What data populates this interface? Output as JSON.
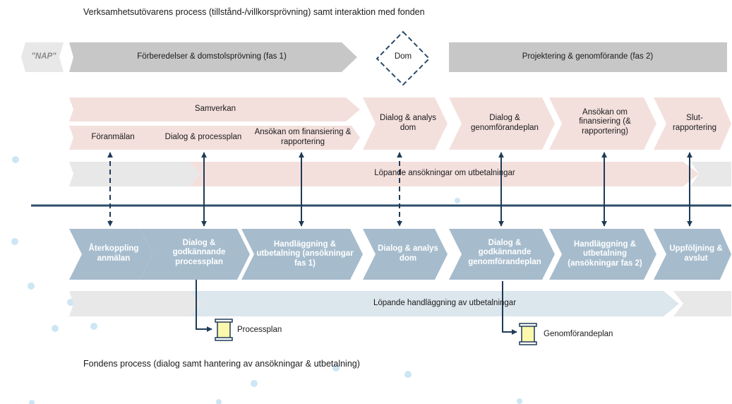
{
  "titles": {
    "top": "Verksamhetsutövarens process (tillstånd-/villkorsprövning) samt interaktion med fonden",
    "bottom": "Fondens process (dialog samt hantering av ansökningar & utbetalning)"
  },
  "phase_row": {
    "nap": "\"NAP\"",
    "phase1": "Förberedelser & domstolsprövning (fas 1)",
    "dom": "Dom",
    "phase2": "Projektering & genomförande (fas 2)"
  },
  "operator_row": {
    "samverkan": "Samverkan",
    "foranmalan": "Föranmälan",
    "dialog_processplan": "Dialog & processplan",
    "ansokan_finansiering_1": "Ansökan om finansiering & rapportering",
    "dialog_analys_dom": "Dialog & analys dom",
    "dialog_genomforandeplan": "Dialog & genomförandeplan",
    "ansokan_finansiering_2": "Ansökan om finansiering (& rapportering)",
    "slutrapportering": "Slut-rapportering",
    "lopande_ansokningar": "Löpande ansökningar om utbetalningar"
  },
  "fund_row": {
    "aterkoppling": "Återkoppling anmälan",
    "dialog_godk_processplan": "Dialog & godkännande processplan",
    "handlaggning_1": "Handläggning & utbetalning (ansökningar fas 1)",
    "dialog_analys_dom": "Dialog & analys dom",
    "dialog_godk_genomforandeplan": "Dialog & godkännande genomförandeplan",
    "handlaggning_2": "Handläggning & utbetalning (ansökningar fas 2)",
    "uppfoljning": "Uppföljning & avslut",
    "lopande_handlaggning": "Löpande handläggning av utbetalningar"
  },
  "documents": {
    "processplan": "Processplan",
    "genomforandeplan": "Genomförandeplan"
  },
  "colors": {
    "phase_gray": "#c7c7c7",
    "nap_gray": "#e8e8e8",
    "operator_pink": "#f3e0dd",
    "fund_blue": "#a6bccd",
    "fund_light": "#dce6ed",
    "divider": "#2c4c68",
    "arrow": "#1f3b57",
    "doc_yellow": "#fbf7ad",
    "dot": "#cde6f3"
  }
}
